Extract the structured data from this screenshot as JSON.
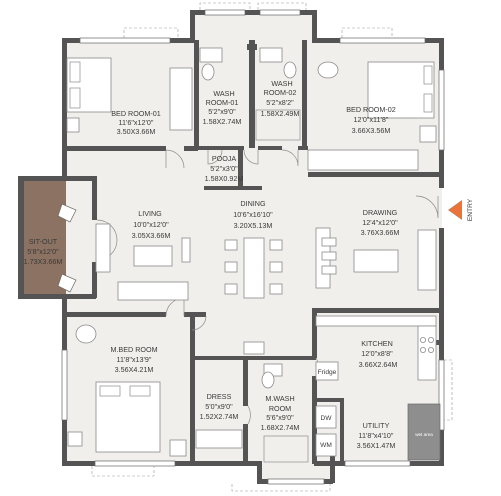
{
  "entry": {
    "label": "ENTRY",
    "color": "#e8743b"
  },
  "rooms": {
    "bed1": {
      "name": "BED ROOM-01",
      "size_ft": "11'6\"x12'0\"",
      "size_m": "3.50X3.66M"
    },
    "wash1": {
      "name_a": "WASH",
      "name_b": "ROOM-01",
      "size_ft": "5'2\"x9'0\"",
      "size_m": "1.58X2.74M"
    },
    "wash2": {
      "name_a": "WASH",
      "name_b": "ROOM-02",
      "size_ft": "5'2\"x8'2\"",
      "size_m": "1.58X2.49M"
    },
    "bed2": {
      "name": "BED ROOM-02",
      "size_ft": "12'0\"x11'8\"",
      "size_m": "3.66X3.56M"
    },
    "pooja": {
      "name": "POOJA",
      "size_ft": "5'2\"x3'0\"",
      "size_m": "1.58X0.92M"
    },
    "sitout": {
      "name": "SIT-OUT",
      "size_ft": "5'8\"x12'0\"",
      "size_m": "1.73X3.66M"
    },
    "living": {
      "name": "LIVING",
      "size_ft": "10'0\"x12'0\"",
      "size_m": "3.05X3.66M"
    },
    "dining": {
      "name": "DINING",
      "size_ft": "10'6\"x16'10\"",
      "size_m": "3.20X5.13M"
    },
    "drawing": {
      "name": "DRAWING",
      "size_ft": "12'4\"x12'0\"",
      "size_m": "3.76X3.66M"
    },
    "mbed": {
      "name": "M.BED ROOM",
      "size_ft": "11'8\"x13'9\"",
      "size_m": "3.56X4.21M"
    },
    "kitchen": {
      "name": "KITCHEN",
      "size_ft": "12'0\"x8'8\"",
      "size_m": "3.66X2.64M"
    },
    "dress": {
      "name": "DRESS",
      "size_ft": "5'0\"x9'0\"",
      "size_m": "1.52X2.74M"
    },
    "mwash": {
      "name_a": "M.WASH",
      "name_b": "ROOM",
      "size_ft": "5'6\"x9'0\"",
      "size_m": "1.68X2.74M"
    },
    "utility": {
      "name": "UTILITY",
      "size_ft": "11'8\"x4'10\"",
      "size_m": "3.56X1.47M"
    }
  },
  "fixtures": {
    "fridge": "Fridge",
    "dw": "DW",
    "wm": "WM",
    "wet_area": "wet area"
  }
}
